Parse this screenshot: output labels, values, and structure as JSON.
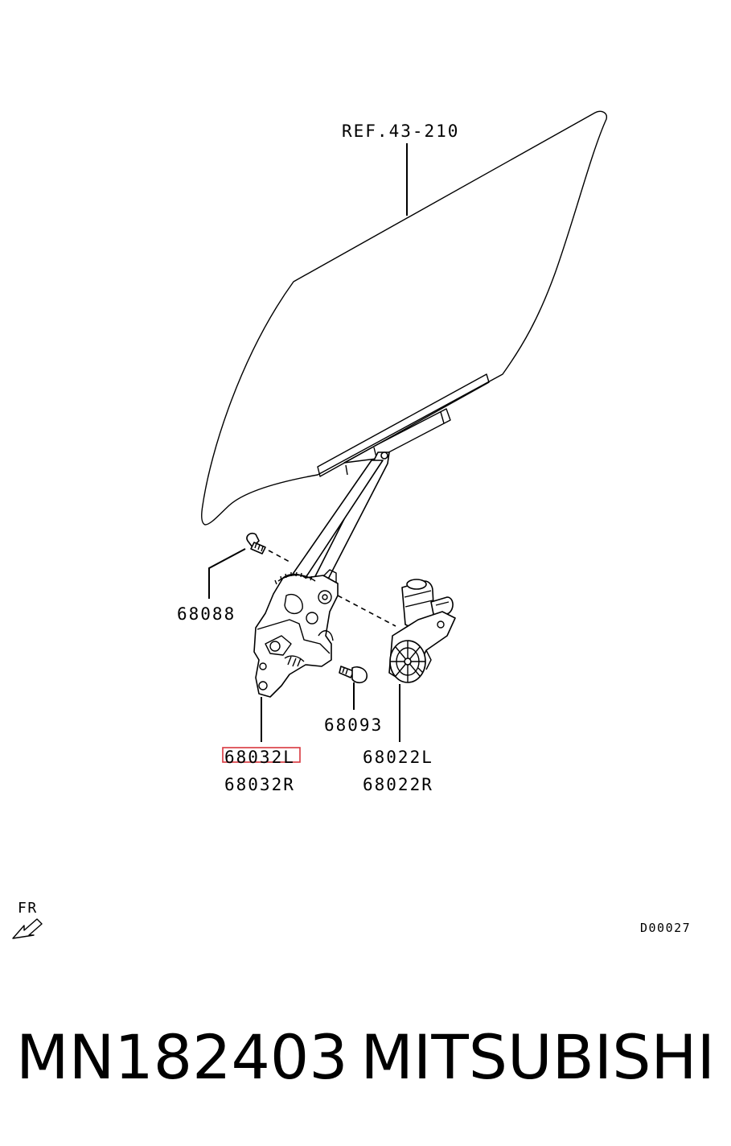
{
  "diagram": {
    "ref_label": "REF.43-210",
    "callouts": {
      "bolt_68088": "68088",
      "bolt_68093": "68093",
      "regulator_left": "68032L",
      "regulator_right": "68032R",
      "motor_left": "68022L",
      "motor_right": "68022R"
    },
    "highlight_color": "#d9363e",
    "front_indicator": "FR",
    "figure_code": "D00027"
  },
  "footer": {
    "part_number": "MN182403",
    "brand": "MITSUBISHI"
  }
}
